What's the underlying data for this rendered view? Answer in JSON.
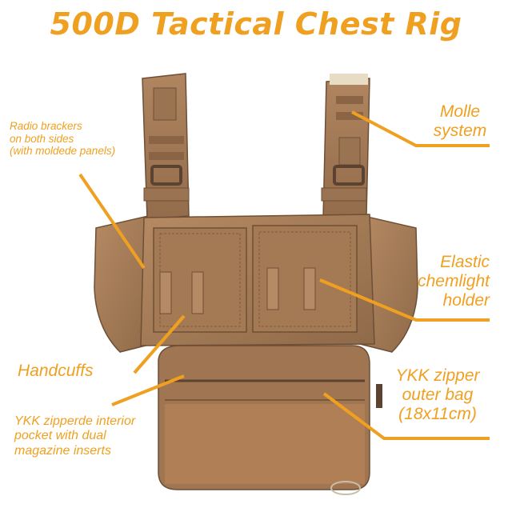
{
  "title": "500D Tactical Chest Rig",
  "labels": {
    "radio": "Radio brackers\non both sides\n(with moldede panels)",
    "molle": "Molle\nsystem",
    "elastic": "Elastic\nchemlight\nholder",
    "handcuffs": "Handcuffs",
    "ykk_outer": "YKK zipper\nouter bag\n(18x11cm)",
    "ykk_interior": "YKK zipperde interior\npocket with dual\nmagazine inserts"
  },
  "colors": {
    "accent": "#f0a020",
    "fabric": "#a87e58",
    "fabric_dark": "#8a6444",
    "fabric_light": "#c49a72"
  }
}
